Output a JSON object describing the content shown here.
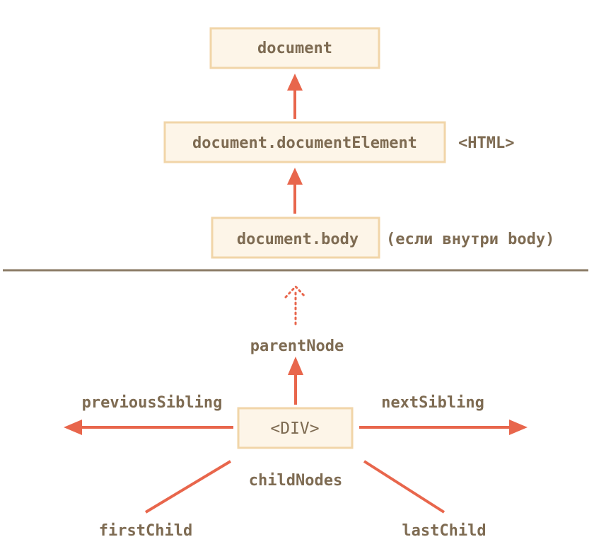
{
  "diagram": {
    "top": {
      "document": "document",
      "document_element": "document.documentElement",
      "html_note": "<HTML>",
      "document_body": "document.body",
      "body_note": "(если внутри body)"
    },
    "bottom": {
      "parent_node": "parentNode",
      "previous_sibling": "previousSibling",
      "center_element": "<DIV>",
      "next_sibling": "nextSibling",
      "child_nodes": "childNodes",
      "first_child": "firstChild",
      "last_child": "lastChild"
    }
  },
  "colors": {
    "arrow": "#e8664c",
    "node_fill": "#fdf5e8",
    "node_border": "#f1d5a8",
    "text": "#7e6b52",
    "separator": "#8b7b66"
  }
}
